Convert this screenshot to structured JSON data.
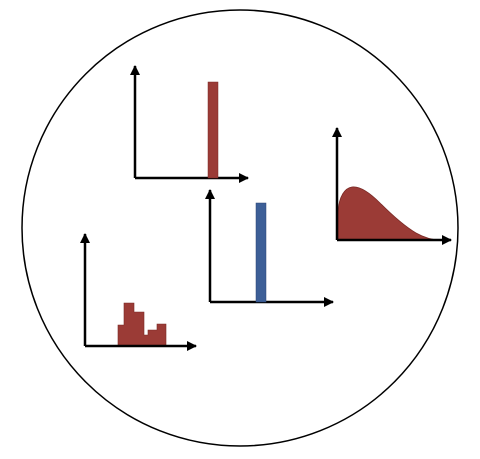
{
  "colors": {
    "background": "#ffffff",
    "outline": "#000000",
    "red_fill": "#9b3b36",
    "red_stroke": "#7a2a26",
    "blue_fill": "#3d5f97",
    "blue_stroke": "#2c4677"
  },
  "panels": [
    {
      "kind": "single-spike",
      "color": "red"
    },
    {
      "kind": "skewed-distribution",
      "color": "red"
    },
    {
      "kind": "single-spike",
      "color": "blue"
    },
    {
      "kind": "small-histogram",
      "color": "red"
    }
  ]
}
